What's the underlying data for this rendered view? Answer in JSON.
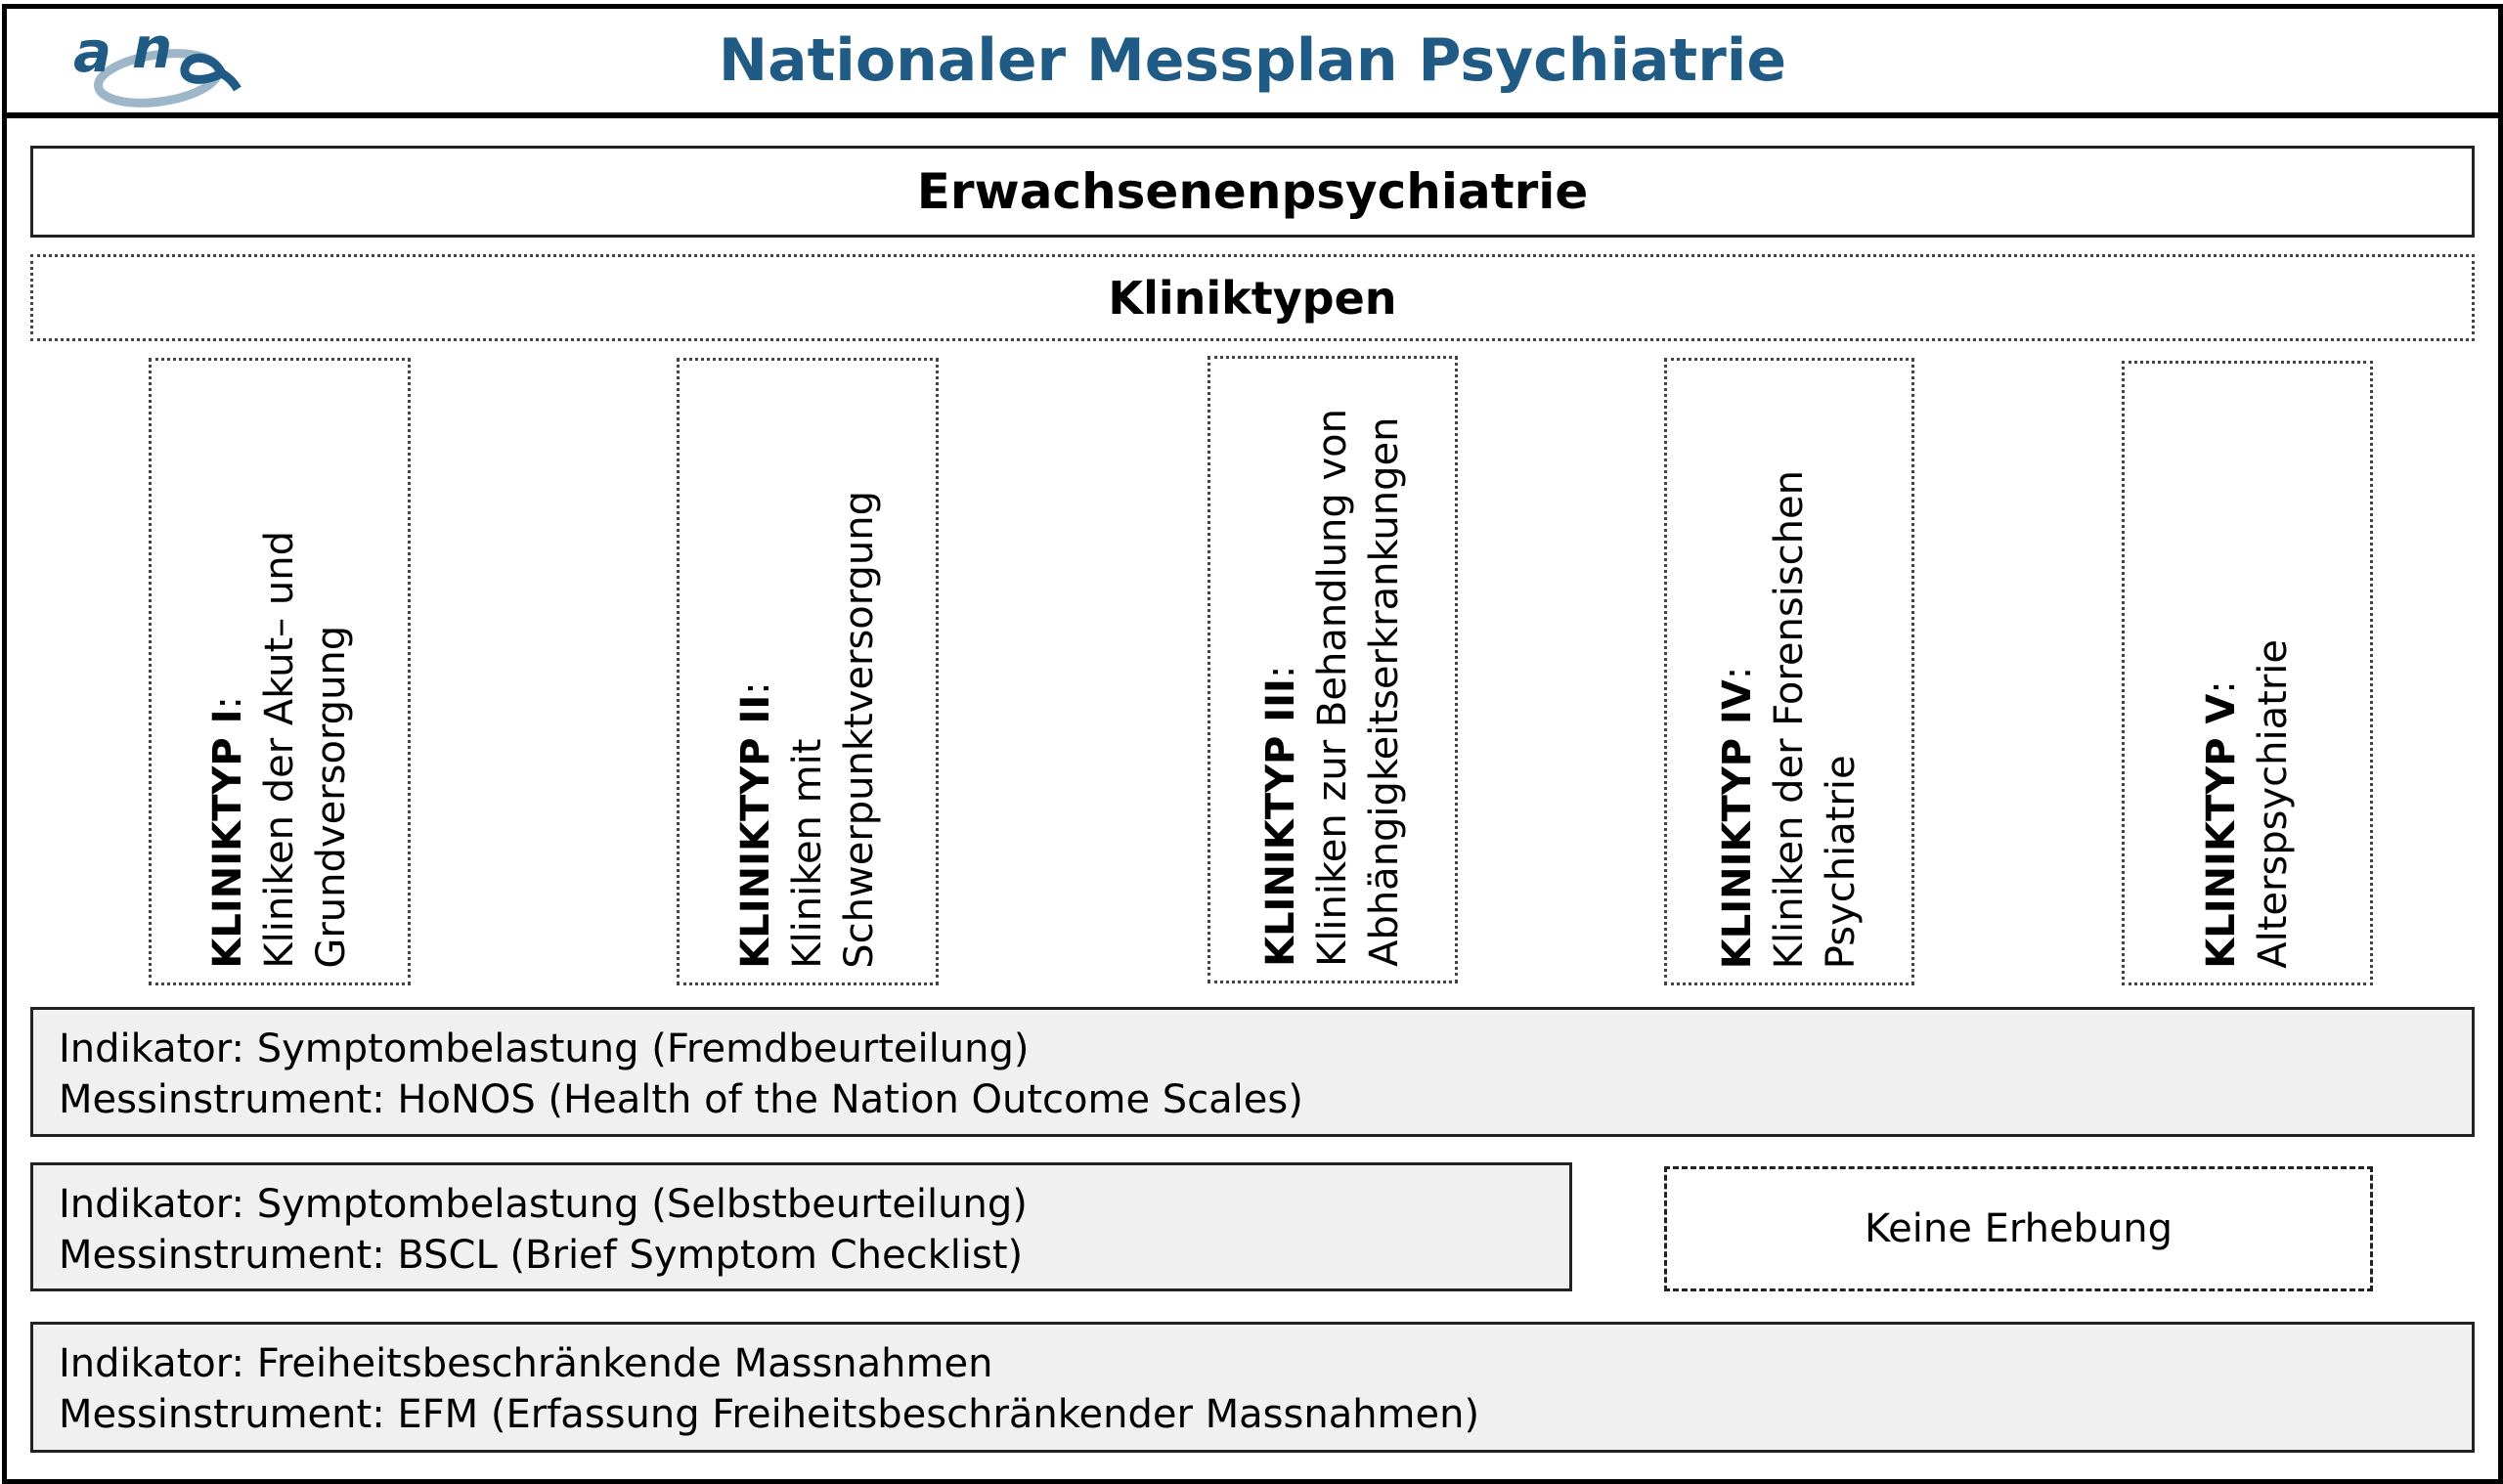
{
  "header": {
    "logo_text": "anq",
    "title": "Nationaler Messplan Psychiatrie",
    "brand_color": "#1f5b85"
  },
  "section_title": "Erwachsenenpsychiatrie",
  "kliniktypen_title": "Kliniktypen",
  "kliniktypen": [
    {
      "label": "KLINIKTYP I",
      "sep": ":",
      "lines": [
        "Kliniken der Akut– und",
        "Grundversorgung"
      ]
    },
    {
      "label": "KLINIKTYP II",
      "sep": ":",
      "lines": [
        "Kliniken mit",
        "Schwerpunktversorgung"
      ]
    },
    {
      "label": "KLINIKTYP III",
      "sep": ":",
      "lines": [
        "Kliniken zur Behandlung von",
        "Abhängigkeitserkrankungen"
      ]
    },
    {
      "label": "KLINIKTYP IV",
      "sep": ":",
      "lines": [
        "Kliniken der Forensischen",
        "Psychiatrie"
      ]
    },
    {
      "label": "KLINIKTYP V",
      "sep": ":",
      "lines": [
        "Alterspsychiatrie"
      ]
    }
  ],
  "indicators": [
    {
      "indicator": "Indikator: Symptombelastung (Fremdbeurteilung)",
      "instrument": "Messinstrument: HoNOS (Health of the Nation Outcome Scales)"
    },
    {
      "indicator": "Indikator: Symptombelastung (Selbstbeurteilung)",
      "instrument": "Messinstrument: BSCL (Brief Symptom Checklist)"
    },
    {
      "indicator": "Indikator: Freiheitsbeschränkende Massnahmen",
      "instrument": "Messinstrument: EFM (Erfassung Freiheitsbeschränkender Massnahmen)"
    }
  ],
  "no_survey": "Keine Erhebung"
}
